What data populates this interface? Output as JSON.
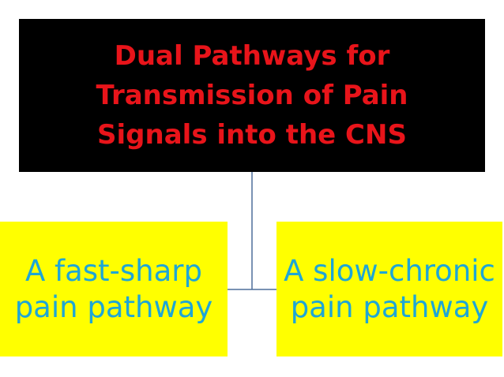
{
  "diagram": {
    "title": "Dual Pathways for Transmission of Pain Signals into the CNS",
    "left_box": "A fast-sharp pain pathway",
    "right_box": "A slow-chronic pain pathway"
  },
  "colors": {
    "title_background": "#000000",
    "title_text": "#e8141a",
    "child_background": "#ffff00",
    "child_text": "#1ea6d6",
    "connector": "#4f6f9a"
  }
}
